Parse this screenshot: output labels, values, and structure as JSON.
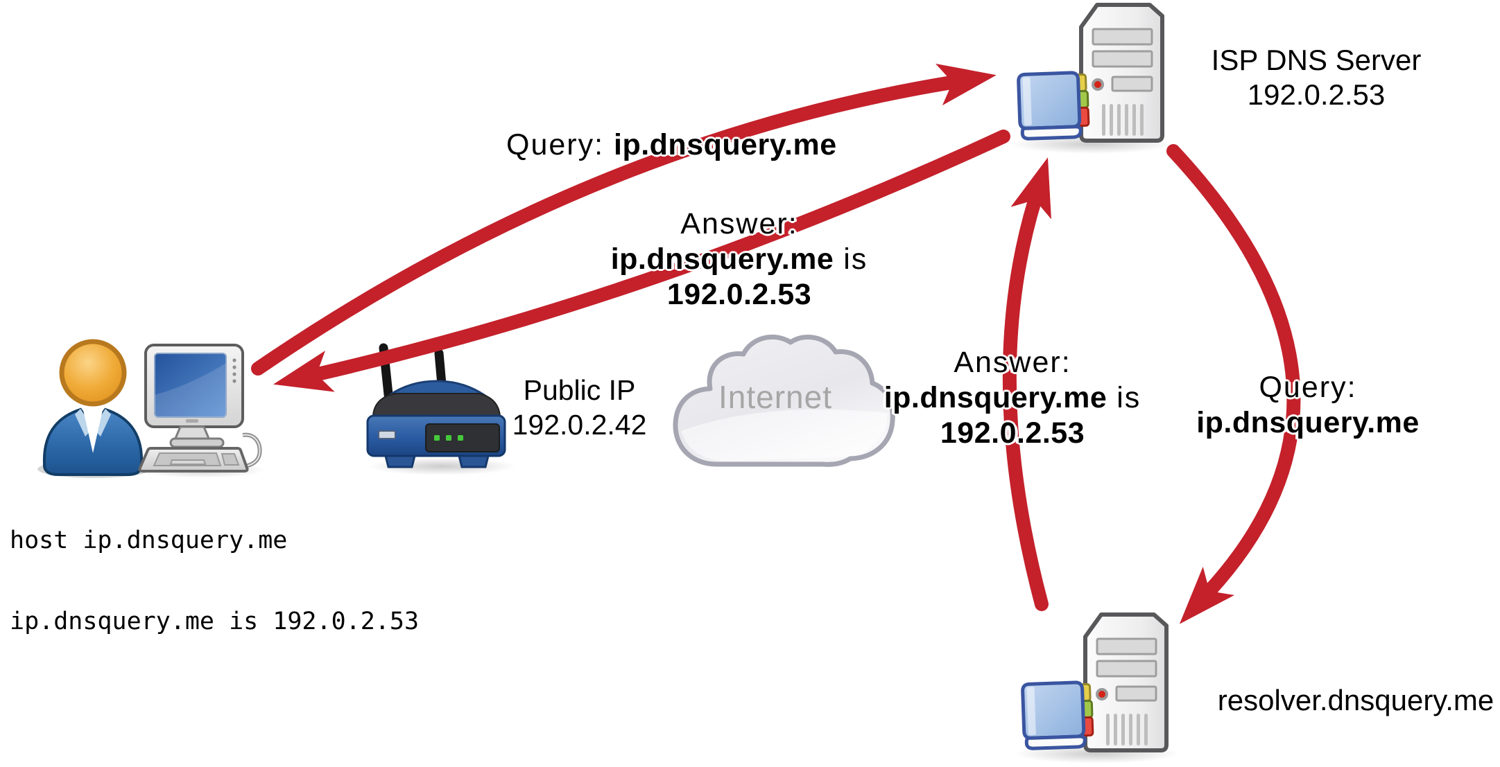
{
  "colors": {
    "arrow_red": "#c4212b",
    "text": "#000000",
    "internet_text": "#a6a6a6",
    "background": "#ffffff"
  },
  "client": {
    "terminal": {
      "line1": "host ip.dnsquery.me",
      "line2": "ip.dnsquery.me is 192.0.2.53"
    }
  },
  "router": {
    "label_line1": "Public IP",
    "label_line2": "192.0.2.42"
  },
  "internet": {
    "label": "Internet"
  },
  "isp_dns_server": {
    "name": "ISP DNS Server",
    "ip": "192.0.2.53"
  },
  "resolver_server": {
    "name": "resolver.dnsquery.me"
  },
  "messages": {
    "query_client_to_isp": {
      "prefix": "Query: ",
      "domain": "ip.dnsquery.me"
    },
    "answer_isp_to_client": {
      "title": "Answer:",
      "domain": "ip.dnsquery.me",
      "suffix": " is",
      "result": "192.0.2.53"
    },
    "answer_resolver_to_isp": {
      "title": "Answer:",
      "domain": "ip.dnsquery.me",
      "suffix": " is",
      "result": "192.0.2.53"
    },
    "query_isp_to_resolver": {
      "title": "Query:",
      "domain": "ip.dnsquery.me"
    }
  },
  "arrows": [
    {
      "id": "query-client-to-isp",
      "from": "client",
      "to": "isp_dns_server"
    },
    {
      "id": "answer-isp-to-client",
      "from": "isp_dns_server",
      "to": "client"
    },
    {
      "id": "answer-resolver-to-isp",
      "from": "resolver_server",
      "to": "isp_dns_server"
    },
    {
      "id": "query-isp-to-resolver",
      "from": "isp_dns_server",
      "to": "resolver_server"
    }
  ]
}
